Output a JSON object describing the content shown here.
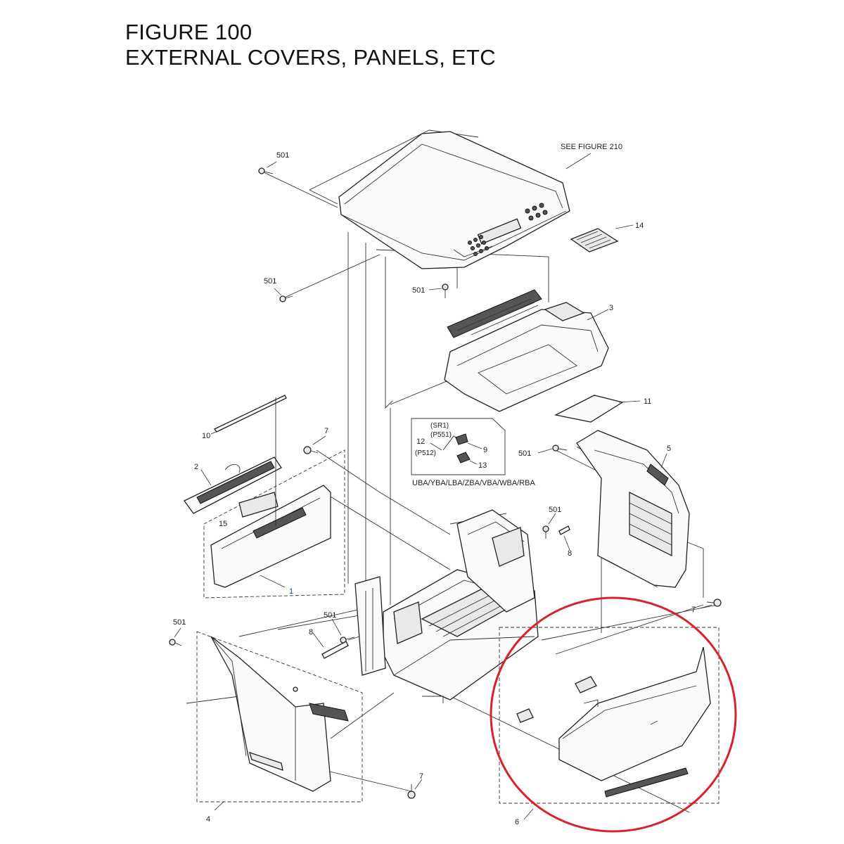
{
  "figure": {
    "title": "FIGURE 100",
    "subtitle": "EXTERNAL COVERS, PANELS, ETC"
  },
  "callouts": {
    "see_figure": "SEE FIGURE 210",
    "variant_codes": "UBA/YBA/LBA/ZBA/VBA/WBA/RBA",
    "sr1": "(SR1)",
    "p551": "(P551)",
    "p512": "(P512)"
  },
  "labels": {
    "p1": "1",
    "p2": "2",
    "p3": "3",
    "p4": "4",
    "p5": "5",
    "p6": "6",
    "p7a": "7",
    "p7b": "7",
    "p7c": "7",
    "p8a": "8",
    "p8b": "8",
    "p9": "9",
    "p10": "10",
    "p11": "11",
    "p12": "12",
    "p13": "13",
    "p14": "14",
    "p15": "15",
    "s501a": "501",
    "s501b": "501",
    "s501c": "501",
    "s501d": "501",
    "s501e": "501",
    "s501f": "501",
    "s501g": "501"
  },
  "colors": {
    "ink": "#222222",
    "highlight": "#d8232a",
    "label_blue": "#1a3c8c"
  }
}
